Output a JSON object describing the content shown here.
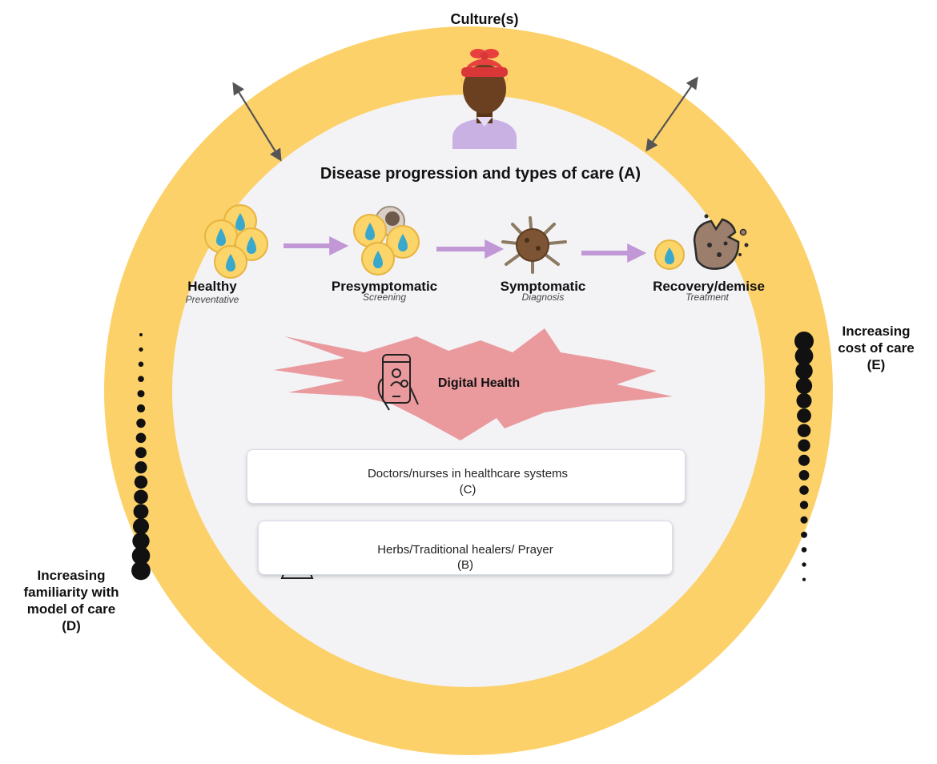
{
  "culture_label": "Culture(s)",
  "title": "Disease progression and types of care (A)",
  "stages": [
    {
      "name": "Healthy",
      "sub": "Preventative"
    },
    {
      "name": "Presymptomatic",
      "sub": "Screening"
    },
    {
      "name": "Symptomatic",
      "sub": "Diagnosis"
    },
    {
      "name": "Recovery/demise",
      "sub": "Treatment"
    }
  ],
  "digital_health": "Digital Health",
  "care_c": {
    "line1": "Doctors/nurses in healthcare systems",
    "line2": "(C)"
  },
  "care_b": {
    "line1": "Herbs/Traditional healers/ Prayer",
    "line2": "(B)"
  },
  "familiarity": {
    "line1": "Increasing",
    "line2": "familiarity with",
    "line3": "model of care",
    "line4": "(D)"
  },
  "cost": {
    "line1": "Increasing",
    "line2": "cost of care",
    "line3": "(E)"
  },
  "colors": {
    "ring": "#fcd169",
    "inner": "#f3f3f6",
    "arrow": "#c197d6",
    "burst": "#ea9a9d",
    "double_arrow": "#555555"
  },
  "icons": [
    "woman-head-wrap-icon",
    "healthy-cells-icon",
    "presymptomatic-cells-icon",
    "virus-icon",
    "recovery-cell-icon",
    "damaged-cell-icon",
    "phone-health-icon",
    "doctor-nurse-icon",
    "hospital-icon",
    "mortar-herbs-icon",
    "praying-hands-icon"
  ]
}
